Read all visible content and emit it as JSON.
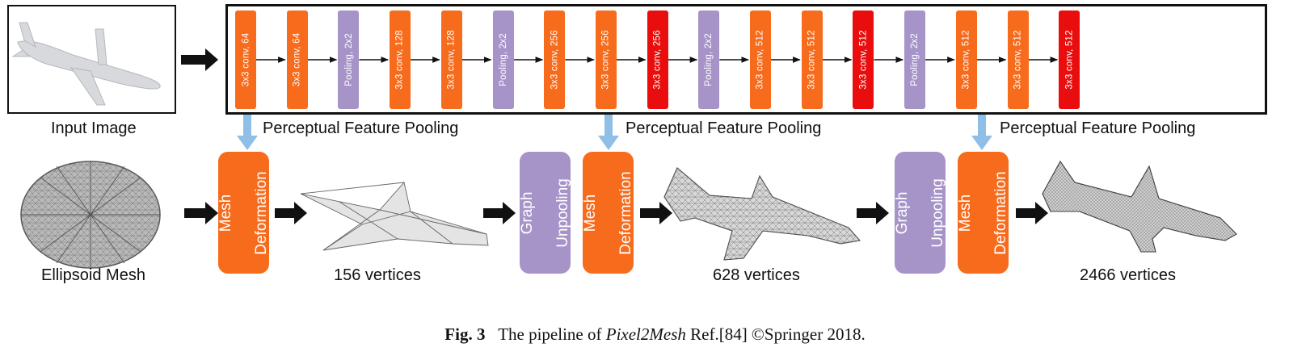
{
  "colors": {
    "conv": "#f76b1c",
    "conv_highlight": "#e90d0d",
    "pool": "#a694c9",
    "arrow_blue": "#8fbfe6",
    "mesh_gray": "#a9a9a9"
  },
  "input_image": {
    "label": "Input Image",
    "icon": "airplane-photo-icon"
  },
  "cnn_layers": [
    {
      "text": "3x3 conv, 64",
      "kind": "conv"
    },
    {
      "text": "3x3 conv, 64",
      "kind": "conv"
    },
    {
      "text": "Pooling, 2x2",
      "kind": "pool"
    },
    {
      "text": "3x3 conv, 128",
      "kind": "conv"
    },
    {
      "text": "3x3 conv, 128",
      "kind": "conv"
    },
    {
      "text": "Pooling, 2x2",
      "kind": "pool"
    },
    {
      "text": "3x3 conv, 256",
      "kind": "conv"
    },
    {
      "text": "3x3 conv, 256",
      "kind": "conv"
    },
    {
      "text": "3x3 conv, 256",
      "kind": "conv_highlight"
    },
    {
      "text": "Pooling, 2x2",
      "kind": "pool"
    },
    {
      "text": "3x3 conv, 512",
      "kind": "conv"
    },
    {
      "text": "3x3 conv, 512",
      "kind": "conv"
    },
    {
      "text": "3x3 conv, 512",
      "kind": "conv_highlight"
    },
    {
      "text": "Pooling, 2x2",
      "kind": "pool"
    },
    {
      "text": "3x3 conv, 512",
      "kind": "conv"
    },
    {
      "text": "3x3 conv, 512",
      "kind": "conv"
    },
    {
      "text": "3x3 conv, 512",
      "kind": "conv_highlight"
    }
  ],
  "pooling_label": "Perceptual Feature Pooling",
  "blocks": {
    "mesh_deformation": [
      "Mesh",
      "Deformation"
    ],
    "graph_unpooling": [
      "Graph",
      "Unpooling"
    ]
  },
  "meshes": {
    "ellipsoid": "Ellipsoid Mesh",
    "v156": "156 vertices",
    "v628": "628 vertices",
    "v2466": "2466 vertices"
  },
  "caption": {
    "fig": "Fig. 3",
    "pre": "The pipeline of ",
    "name": "Pixel2Mesh",
    "post": " Ref.[84] ©Springer 2018."
  }
}
